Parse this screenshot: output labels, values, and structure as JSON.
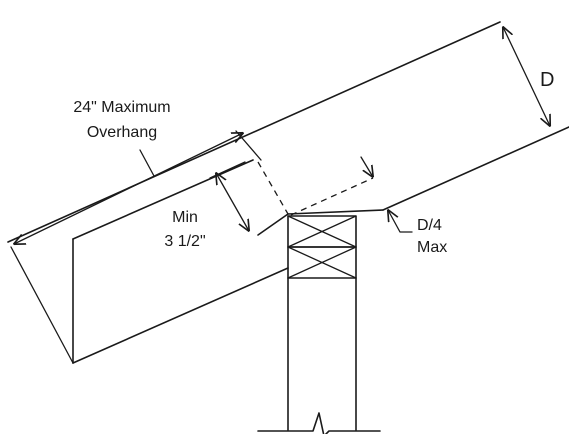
{
  "labels": {
    "overhang_line1": "24\" Maximum",
    "overhang_line2": "Overhang",
    "min_line1": "Min",
    "min_line2": "3 1/2\"",
    "depth": "D",
    "notch_line1": "D/4",
    "notch_line2": "Max"
  }
}
